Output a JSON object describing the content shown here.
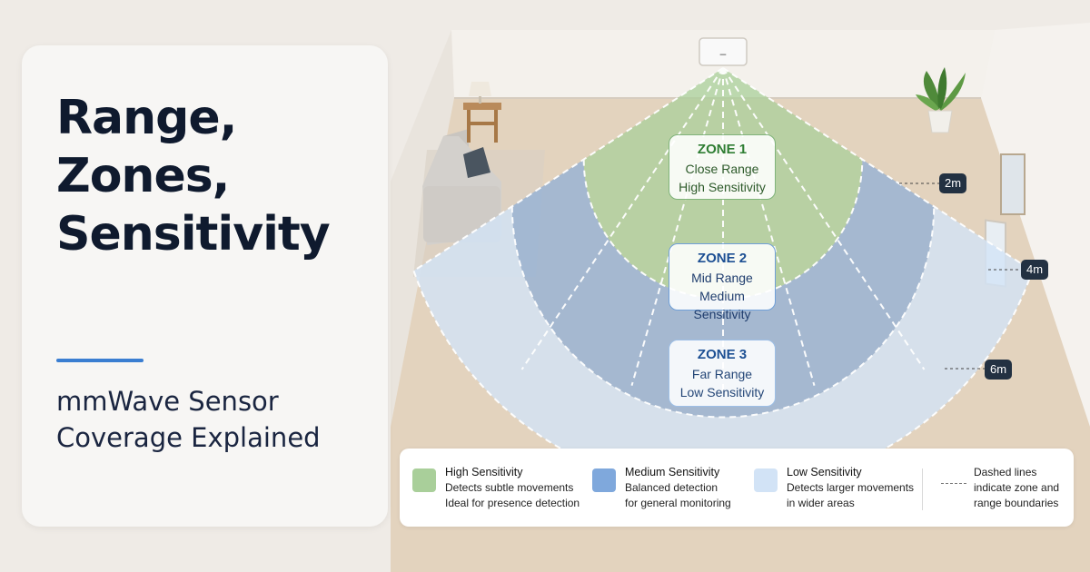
{
  "title": {
    "line1": "Range,",
    "line2": "Zones,",
    "line3": "Sensitivity"
  },
  "subtitle": {
    "line1": "mmWave Sensor",
    "line2": "Coverage Explained"
  },
  "sensor": {
    "icon": "sensor-device-icon",
    "label": "–"
  },
  "zones": [
    {
      "title": "ZONE 1",
      "range": "Close Range",
      "sensitivity": "High Sensitivity"
    },
    {
      "title": "ZONE 2",
      "range": "Mid Range",
      "sensitivity": "Medium Sensitivity"
    },
    {
      "title": "ZONE 3",
      "range": "Far Range",
      "sensitivity": "Low Sensitivity"
    }
  ],
  "distances": [
    "2m",
    "4m",
    "6m"
  ],
  "legend": {
    "high": {
      "label": "High Sensitivity",
      "line1": "Detects subtle movements",
      "line2": "Ideal for presence detection"
    },
    "medium": {
      "label": "Medium Sensitivity",
      "line1": "Balanced detection",
      "line2": "for general monitoring"
    },
    "low": {
      "label": "Low Sensitivity",
      "line1": "Detects larger movements",
      "line2": "in wider areas"
    },
    "dashed": {
      "line1": "Dashed lines",
      "line2": "indicate zone and",
      "line3": "range boundaries"
    }
  },
  "colors": {
    "zone1": "#a9cf9a",
    "zone2": "#7fa8dc",
    "zone3": "#d2e3f6",
    "accent": "#3a7ed1",
    "title": "#0f1a2e",
    "badge": "#233142"
  }
}
